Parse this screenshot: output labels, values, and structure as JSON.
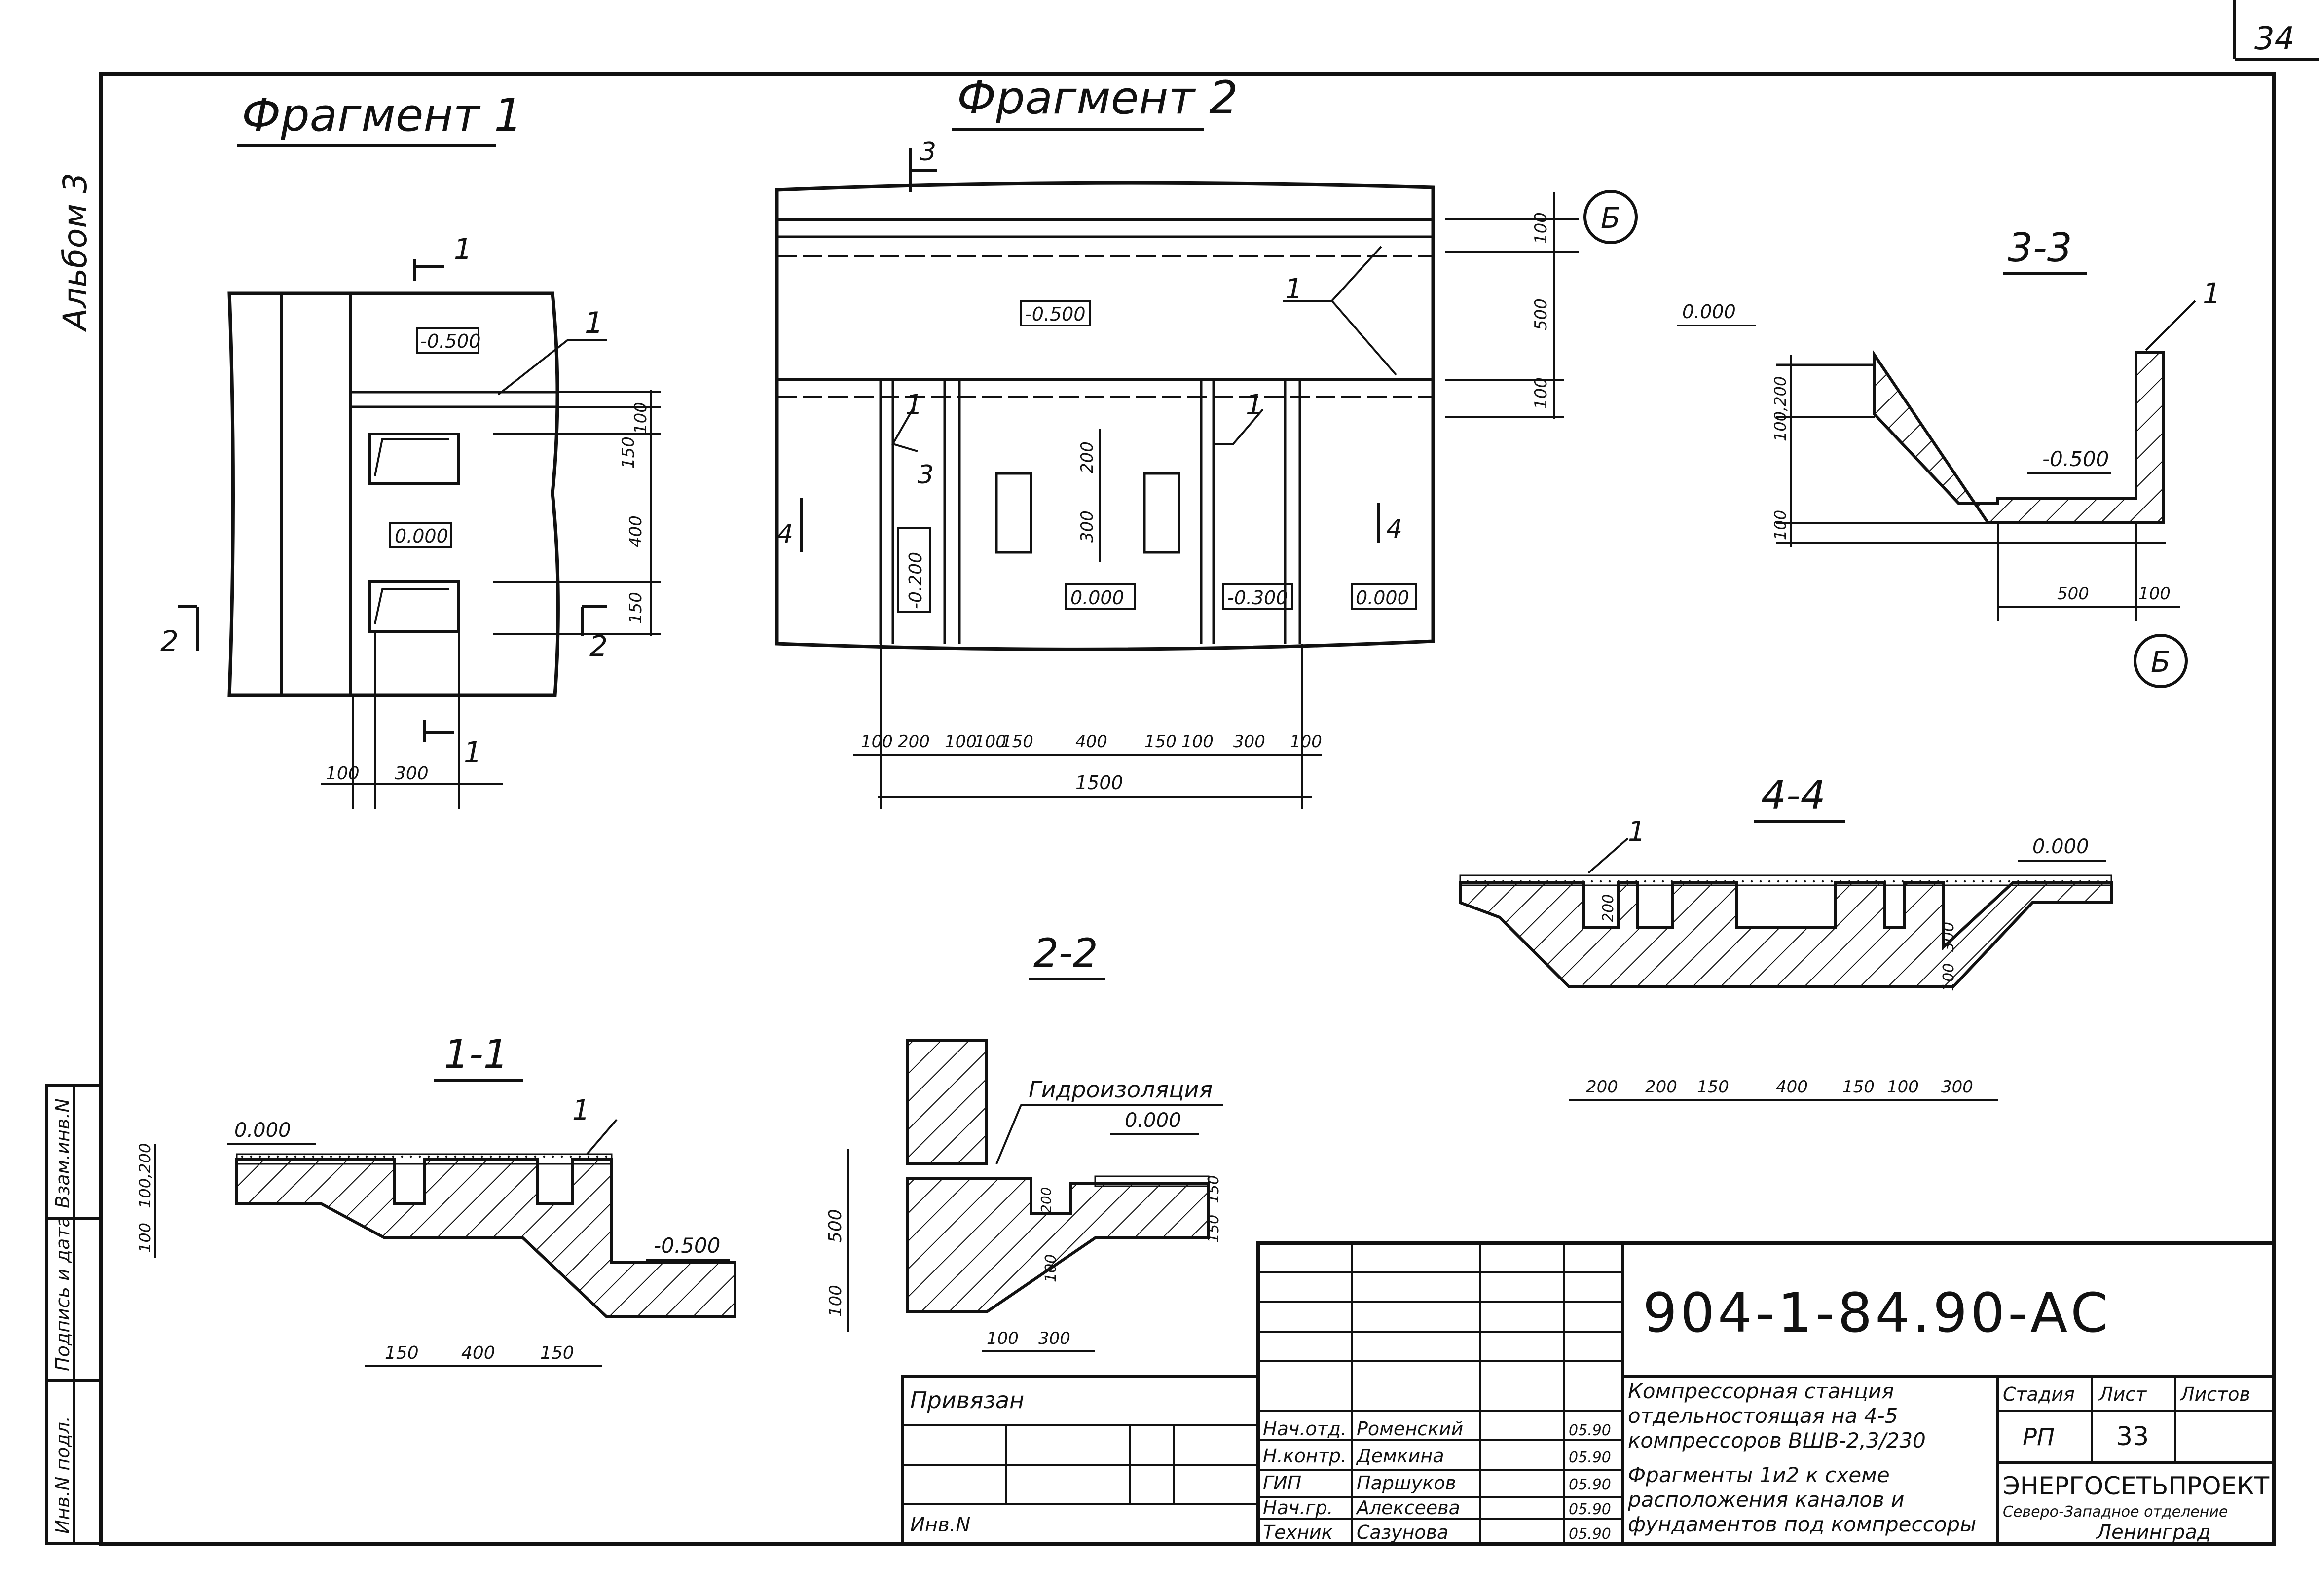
{
  "page_number": "34",
  "album_label": "Альбом 3",
  "fragment1": {
    "title": "Фрагмент 1",
    "elevations": [
      "-0.500",
      "0.000"
    ],
    "callout": "1",
    "section_marks": [
      "1",
      "1",
      "2",
      "2"
    ],
    "dims_right": [
      "100",
      "150",
      "400",
      "150"
    ],
    "dims_bottom": [
      "100",
      "300"
    ]
  },
  "fragment2": {
    "title": "Фрагмент 2",
    "elevations": [
      "-0.500",
      "-0.200",
      "0.000",
      "-0.300",
      "0.000"
    ],
    "callouts": [
      "1",
      "1",
      "1"
    ],
    "section_marks": [
      "3",
      "3",
      "4",
      "4"
    ],
    "axis": "Б",
    "dims_right": [
      "100",
      "500",
      "100"
    ],
    "dims_inner": [
      "200",
      "300"
    ],
    "dims_bottom": [
      "100",
      "200",
      "100",
      "100",
      "150",
      "400",
      "150",
      "100",
      "300",
      "100"
    ],
    "dim_total": "1500"
  },
  "section33": {
    "title": "3-3",
    "callout": "1",
    "elevations": [
      "0.000",
      "-0.500"
    ],
    "dims_left": [
      "100,200",
      "100"
    ],
    "dims_bottom": [
      "500",
      "100"
    ],
    "axis": "Б"
  },
  "section44": {
    "title": "4-4",
    "callout": "1",
    "elevation": "0.000",
    "dims_inner": [
      "200",
      "300",
      "100"
    ],
    "dims_bottom": [
      "200",
      "200",
      "150",
      "400",
      "150",
      "100",
      "300"
    ]
  },
  "section11": {
    "title": "1-1",
    "callout": "1",
    "elevations": [
      "0.000",
      "-0.500"
    ],
    "dims_left": [
      "100,200",
      "100"
    ],
    "dims_right": [
      "500",
      "100"
    ],
    "dims_bottom": [
      "150",
      "400",
      "150"
    ]
  },
  "section22": {
    "title": "2-2",
    "label": "Гидроизоляция",
    "elevation": "0.000",
    "dims": [
      "200",
      "100",
      "150",
      "150"
    ],
    "dims_bottom": [
      "100",
      "300"
    ]
  },
  "stamp": {
    "code": "904-1-84.90-АС",
    "privyazan": "Привязан",
    "inv": "Инв.N",
    "roles": [
      "Нач.отд.",
      "Н.контр.",
      "ГИП",
      "Нач.гр.",
      "Техник"
    ],
    "names": [
      "Роменский",
      "Демкина",
      "Паршуков",
      "Алексеева",
      "Сазунова"
    ],
    "dates": [
      "05.90",
      "05.90",
      "05.90",
      "05.90",
      "05.90"
    ],
    "project_title": [
      "Компрессорная станция",
      "отдельностоящая на 4-5",
      "компрессоров ВШВ-2,3/230"
    ],
    "sheet_title": [
      "Фрагменты 1и2 к схеме",
      "расположения каналов и",
      "фундаментов под компрессоры"
    ],
    "col_stage": "Стадия",
    "col_sheet": "Лист",
    "col_sheets": "Листов",
    "stage": "РП",
    "sheet": "33",
    "org": "ЭНЕРГОСЕТЬПРОЕКТ",
    "branch": "Северо-Западное отделение",
    "city": "Ленинград"
  },
  "side_stamp": [
    "Инв.N подл.",
    "Подпись и дата",
    "Взам.инв.N"
  ]
}
